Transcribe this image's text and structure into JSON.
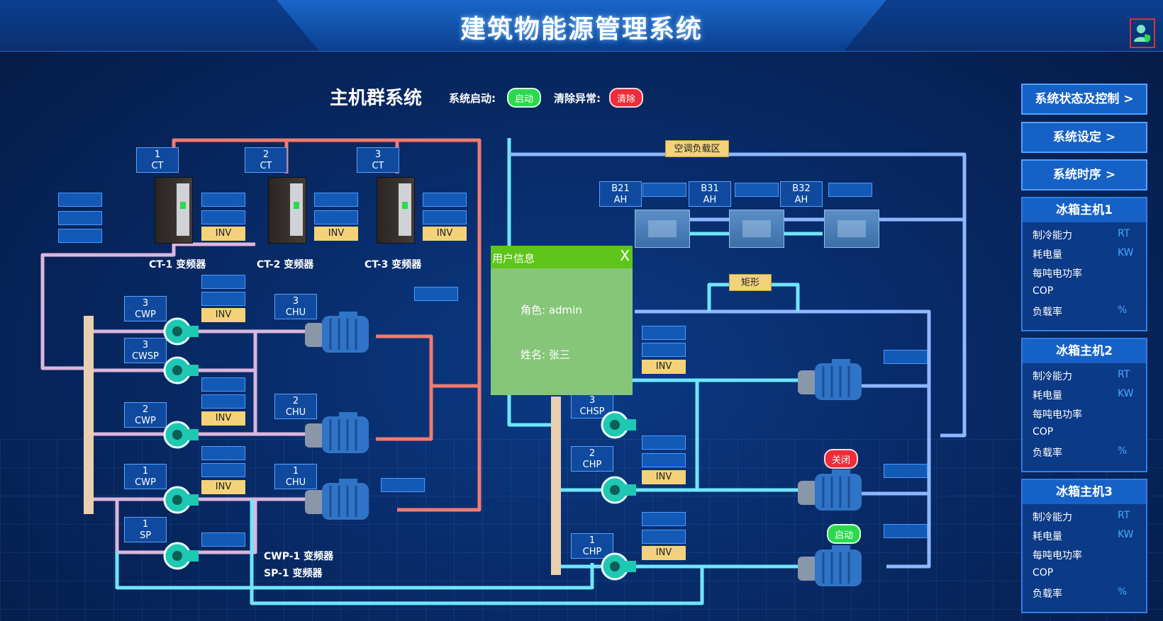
{
  "header": {
    "title": "建筑物能源管理系统"
  },
  "user_icon": "user-shield-icon",
  "colors": {
    "accent_blue": "#1561c6",
    "green": "#2bd94e",
    "red": "#ee2c3a",
    "inv": "#f3d27a"
  },
  "system": {
    "title": "主机群系统",
    "start_label": "系统启动:",
    "start_button": "启动",
    "clear_label": "清除异常:",
    "clear_button": "清除"
  },
  "cooling_towers": [
    {
      "num": "1",
      "type": "CT",
      "vfd_label": "CT-1 变频器",
      "inv": "INV"
    },
    {
      "num": "2",
      "type": "CT",
      "vfd_label": "CT-2 变频器",
      "inv": "INV"
    },
    {
      "num": "3",
      "type": "CT",
      "vfd_label": "CT-3 变频器",
      "inv": "INV"
    }
  ],
  "pumps_left": [
    {
      "num": "3",
      "type": "CWP",
      "inv": "INV"
    },
    {
      "num": "3",
      "type": "CWSP"
    },
    {
      "num": "2",
      "type": "CWP",
      "inv": "INV"
    },
    {
      "num": "1",
      "type": "CWP",
      "inv": "INV"
    },
    {
      "num": "1",
      "type": "SP"
    }
  ],
  "chillers_left": [
    {
      "num": "3",
      "type": "CHU"
    },
    {
      "num": "2",
      "type": "CHU"
    },
    {
      "num": "1",
      "type": "CHU"
    }
  ],
  "bottom_labels": {
    "cwp": "CWP-1 变频器",
    "sp": "SP-1 变频器"
  },
  "load_zone": "空调负载区",
  "rect_label": "矩形",
  "ahus": [
    {
      "num": "B21",
      "type": "AH"
    },
    {
      "num": "B31",
      "type": "AH"
    },
    {
      "num": "B32",
      "type": "AH"
    }
  ],
  "pumps_right": [
    {
      "num": "3",
      "type": "CHSP",
      "inv": "INV"
    },
    {
      "num": "2",
      "type": "CHP",
      "inv": "INV"
    },
    {
      "num": "1",
      "type": "CHP",
      "inv": "INV"
    }
  ],
  "chiller_status": {
    "close": "关闭",
    "start": "启动"
  },
  "popup": {
    "title": "用户信息",
    "close": "X",
    "role_label": "角色:",
    "role_value": "admin",
    "name_label": "姓名:",
    "name_value": "张三"
  },
  "sidebar": {
    "buttons": [
      "系统状态及控制 >",
      "系统设定 >",
      "系统时序 >"
    ],
    "panels": [
      {
        "title": "冰箱主机1",
        "rows": [
          {
            "k": "制冷能力",
            "u": "RT"
          },
          {
            "k": "耗电量",
            "u": "KW"
          },
          {
            "k": "每吨电功率",
            "u": ""
          },
          {
            "k": "COP",
            "u": ""
          },
          {
            "k": "负载率",
            "u": "%"
          }
        ]
      },
      {
        "title": "冰箱主机2",
        "rows": [
          {
            "k": "制冷能力",
            "u": "RT"
          },
          {
            "k": "耗电量",
            "u": "KW"
          },
          {
            "k": "每吨电功率",
            "u": ""
          },
          {
            "k": "COP",
            "u": ""
          },
          {
            "k": "负载率",
            "u": "%"
          }
        ]
      },
      {
        "title": "冰箱主机3",
        "rows": [
          {
            "k": "制冷能力",
            "u": "RT"
          },
          {
            "k": "耗电量",
            "u": "KW"
          },
          {
            "k": "每吨电功率",
            "u": ""
          },
          {
            "k": "COP",
            "u": ""
          },
          {
            "k": "负载率",
            "u": "%"
          }
        ]
      }
    ]
  }
}
